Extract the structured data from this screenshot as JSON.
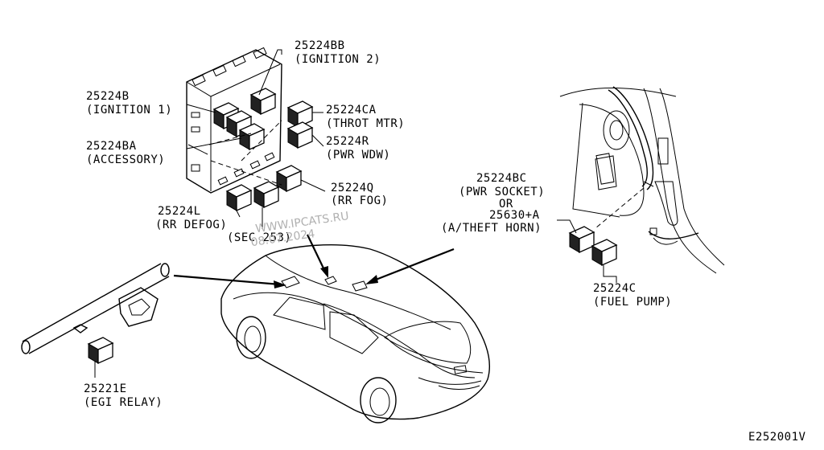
{
  "labels": {
    "ign2_part": "25224BB",
    "ign2_desc": "(IGNITION 2)",
    "ign1_part": "25224B",
    "ign1_desc": "(IGNITION 1)",
    "throt_part": "25224CA",
    "throt_desc": "(THROT MTR)",
    "acc_part": "25224BA",
    "acc_desc": "(ACCESSORY)",
    "pwr_part": "25224R",
    "pwr_desc": "(PWR WDW)",
    "rrfog_part": "25224Q",
    "rrfog_desc": "(RR FOG)",
    "rrdef_part": "25224L",
    "rrdef_desc": "(RR DEFOG)",
    "sec_desc": "(SEC 253)",
    "socket_part": "25224BC",
    "socket_desc": "(PWR SOCKET)",
    "or_text": "OR",
    "horn_part": "25630+A",
    "horn_desc": "(A/THEFT HORN)",
    "fuel_part": "25224C",
    "fuel_desc": "(FUEL PUMP)",
    "egi_part": "25221E",
    "egi_desc": "(EGI RELAY)",
    "diagram_code": "E252001V"
  },
  "watermark": {
    "line1": "WWW.IPCATS.RU",
    "line2": "08.07.2024"
  }
}
